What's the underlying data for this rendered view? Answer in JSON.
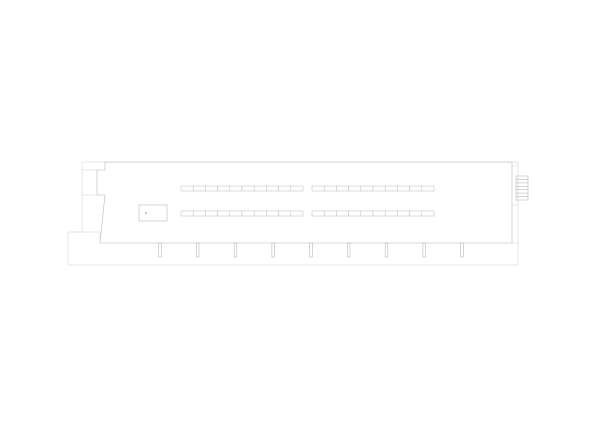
{
  "drawing": {
    "type": "floor-plan",
    "line_color": "#b8b8b8",
    "background": "#ffffff"
  },
  "desk_layout": {
    "rows": 2,
    "groups_per_row": 2,
    "desks_per_group": 10
  },
  "structure": {
    "pier_count": 9,
    "stair_treads": 7
  },
  "features": [
    "outer-perimeter-wall",
    "inner-floor-slab",
    "desk-rows",
    "service-cabinet",
    "facade-piers",
    "stair-core"
  ]
}
